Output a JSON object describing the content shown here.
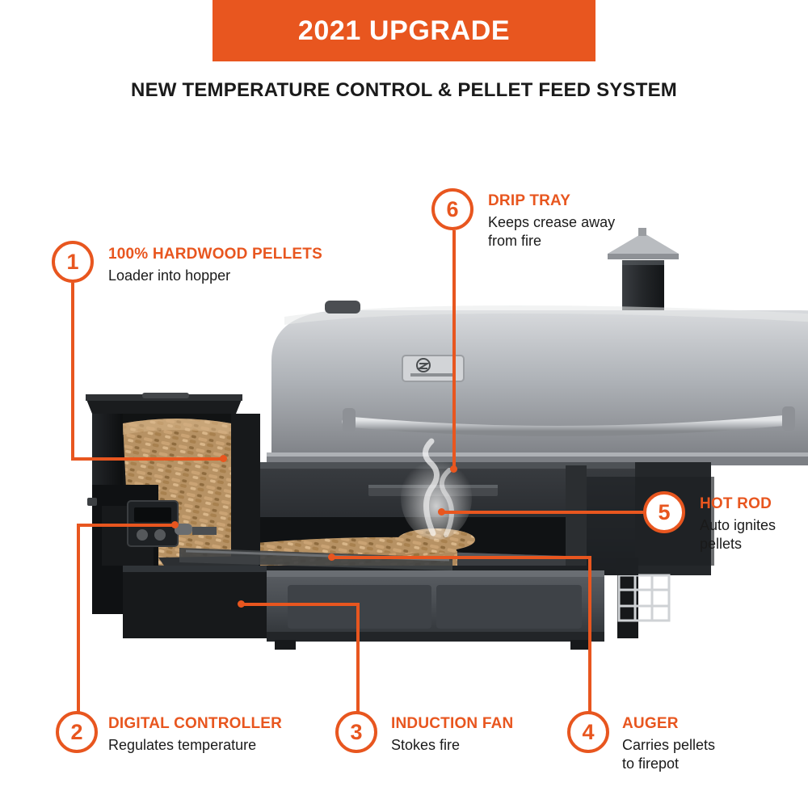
{
  "header": {
    "banner_label": "2021 UPGRADE",
    "subtitle": "NEW TEMPERATURE CONTROL & PELLET FEED SYSTEM"
  },
  "product": {
    "brand_mark": "Z GRILLS",
    "type": "wood pellet grill cutaway diagram"
  },
  "callouts": [
    {
      "number": "1",
      "title": "100% HARDWOOD PELLETS",
      "desc": "Loader into hopper"
    },
    {
      "number": "2",
      "title": "DIGITAL CONTROLLER",
      "desc": "Regulates temperature"
    },
    {
      "number": "3",
      "title": "INDUCTION FAN",
      "desc": "Stokes fire"
    },
    {
      "number": "4",
      "title": "AUGER",
      "desc_line1": "Carries pellets",
      "desc_line2": "to firepot"
    },
    {
      "number": "5",
      "title": "HOT ROD",
      "desc_line1": "Auto ignites",
      "desc_line2": "pellets"
    },
    {
      "number": "6",
      "title": "DRIP TRAY",
      "desc_line1": "Keeps crease away",
      "desc_line2": "from fire"
    }
  ],
  "colors": {
    "accent": "#e8561f",
    "text": "#1a1a1a",
    "background": "#ffffff"
  }
}
